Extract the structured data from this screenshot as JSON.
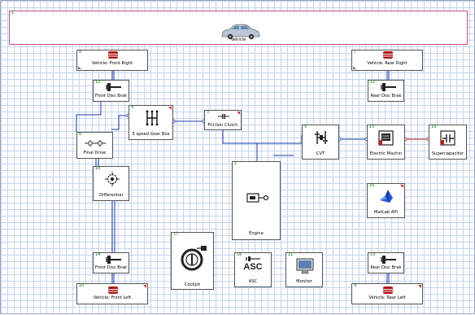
{
  "blocks": {
    "vehicle": {
      "num": "1",
      "label": "Vehicle"
    },
    "front_right": {
      "num": "8",
      "label": "Vehicle: Front Right"
    },
    "rear_right": {
      "num": "7",
      "label": "Vehicle: Rear Right"
    },
    "front_disc_brake_top": {
      "num": "12",
      "label": "Front Disc Brak"
    },
    "rear_disc_brake_top": {
      "num": "11",
      "label": "Rear Disc Brak"
    },
    "gear_box": {
      "num": "4",
      "label": "5 speed Gear Box"
    },
    "friction_clutch": {
      "num": "3",
      "label": "Friction Clutch"
    },
    "final_drive": {
      "num": "6",
      "label": "Final Drive"
    },
    "differential": {
      "num": "18",
      "label": "Differential"
    },
    "engine": {
      "num": "2",
      "label": "Engine"
    },
    "cvt": {
      "num": "5",
      "label": "CVT"
    },
    "electric_machine": {
      "num": "15",
      "label": "Electric Machin"
    },
    "supercapacitor": {
      "num": "19",
      "label": "Supercapacitor"
    },
    "matlab_api": {
      "num": "20",
      "label": "MatLab API"
    },
    "cockpit": {
      "num": "17",
      "label": "Cockpit"
    },
    "asc": {
      "num": "16",
      "label": "ASC"
    },
    "monitor": {
      "num": "21",
      "label": "Monitor"
    },
    "front_disc_brake_bottom": {
      "num": "14",
      "label": "Front Disc Brak"
    },
    "rear_disc_brake_bottom": {
      "num": "13",
      "label": "Rear Disc Brak"
    },
    "front_left": {
      "num": "10",
      "label": "Vehicle: Front Left"
    },
    "rear_left": {
      "num": "9",
      "label": "Vehicle: Rear Left"
    }
  },
  "icons": {
    "vehicle": "car-icon",
    "wheel": "wheel-icon",
    "brake": "disc-brake-icon",
    "gear_box": "gearbox-icon",
    "clutch": "clutch-icon",
    "final_drive": "final-drive-icon",
    "differential": "differential-icon",
    "engine": "engine-icon",
    "cvt": "cvt-icon",
    "electric_machine": "electric-machine-icon",
    "supercapacitor": "capacitor-icon",
    "matlab": "matlab-icon",
    "cockpit": "steering-wheel-icon",
    "asc": "asc-icon",
    "monitor": "monitor-icon"
  },
  "asc_text": "ASC",
  "colors": {
    "grid": "#c6d6ee",
    "wire": "#1f3aa8",
    "electric_wire": "#b02020",
    "block_number": "#0a7a0a",
    "top_border": "#c0508a"
  }
}
